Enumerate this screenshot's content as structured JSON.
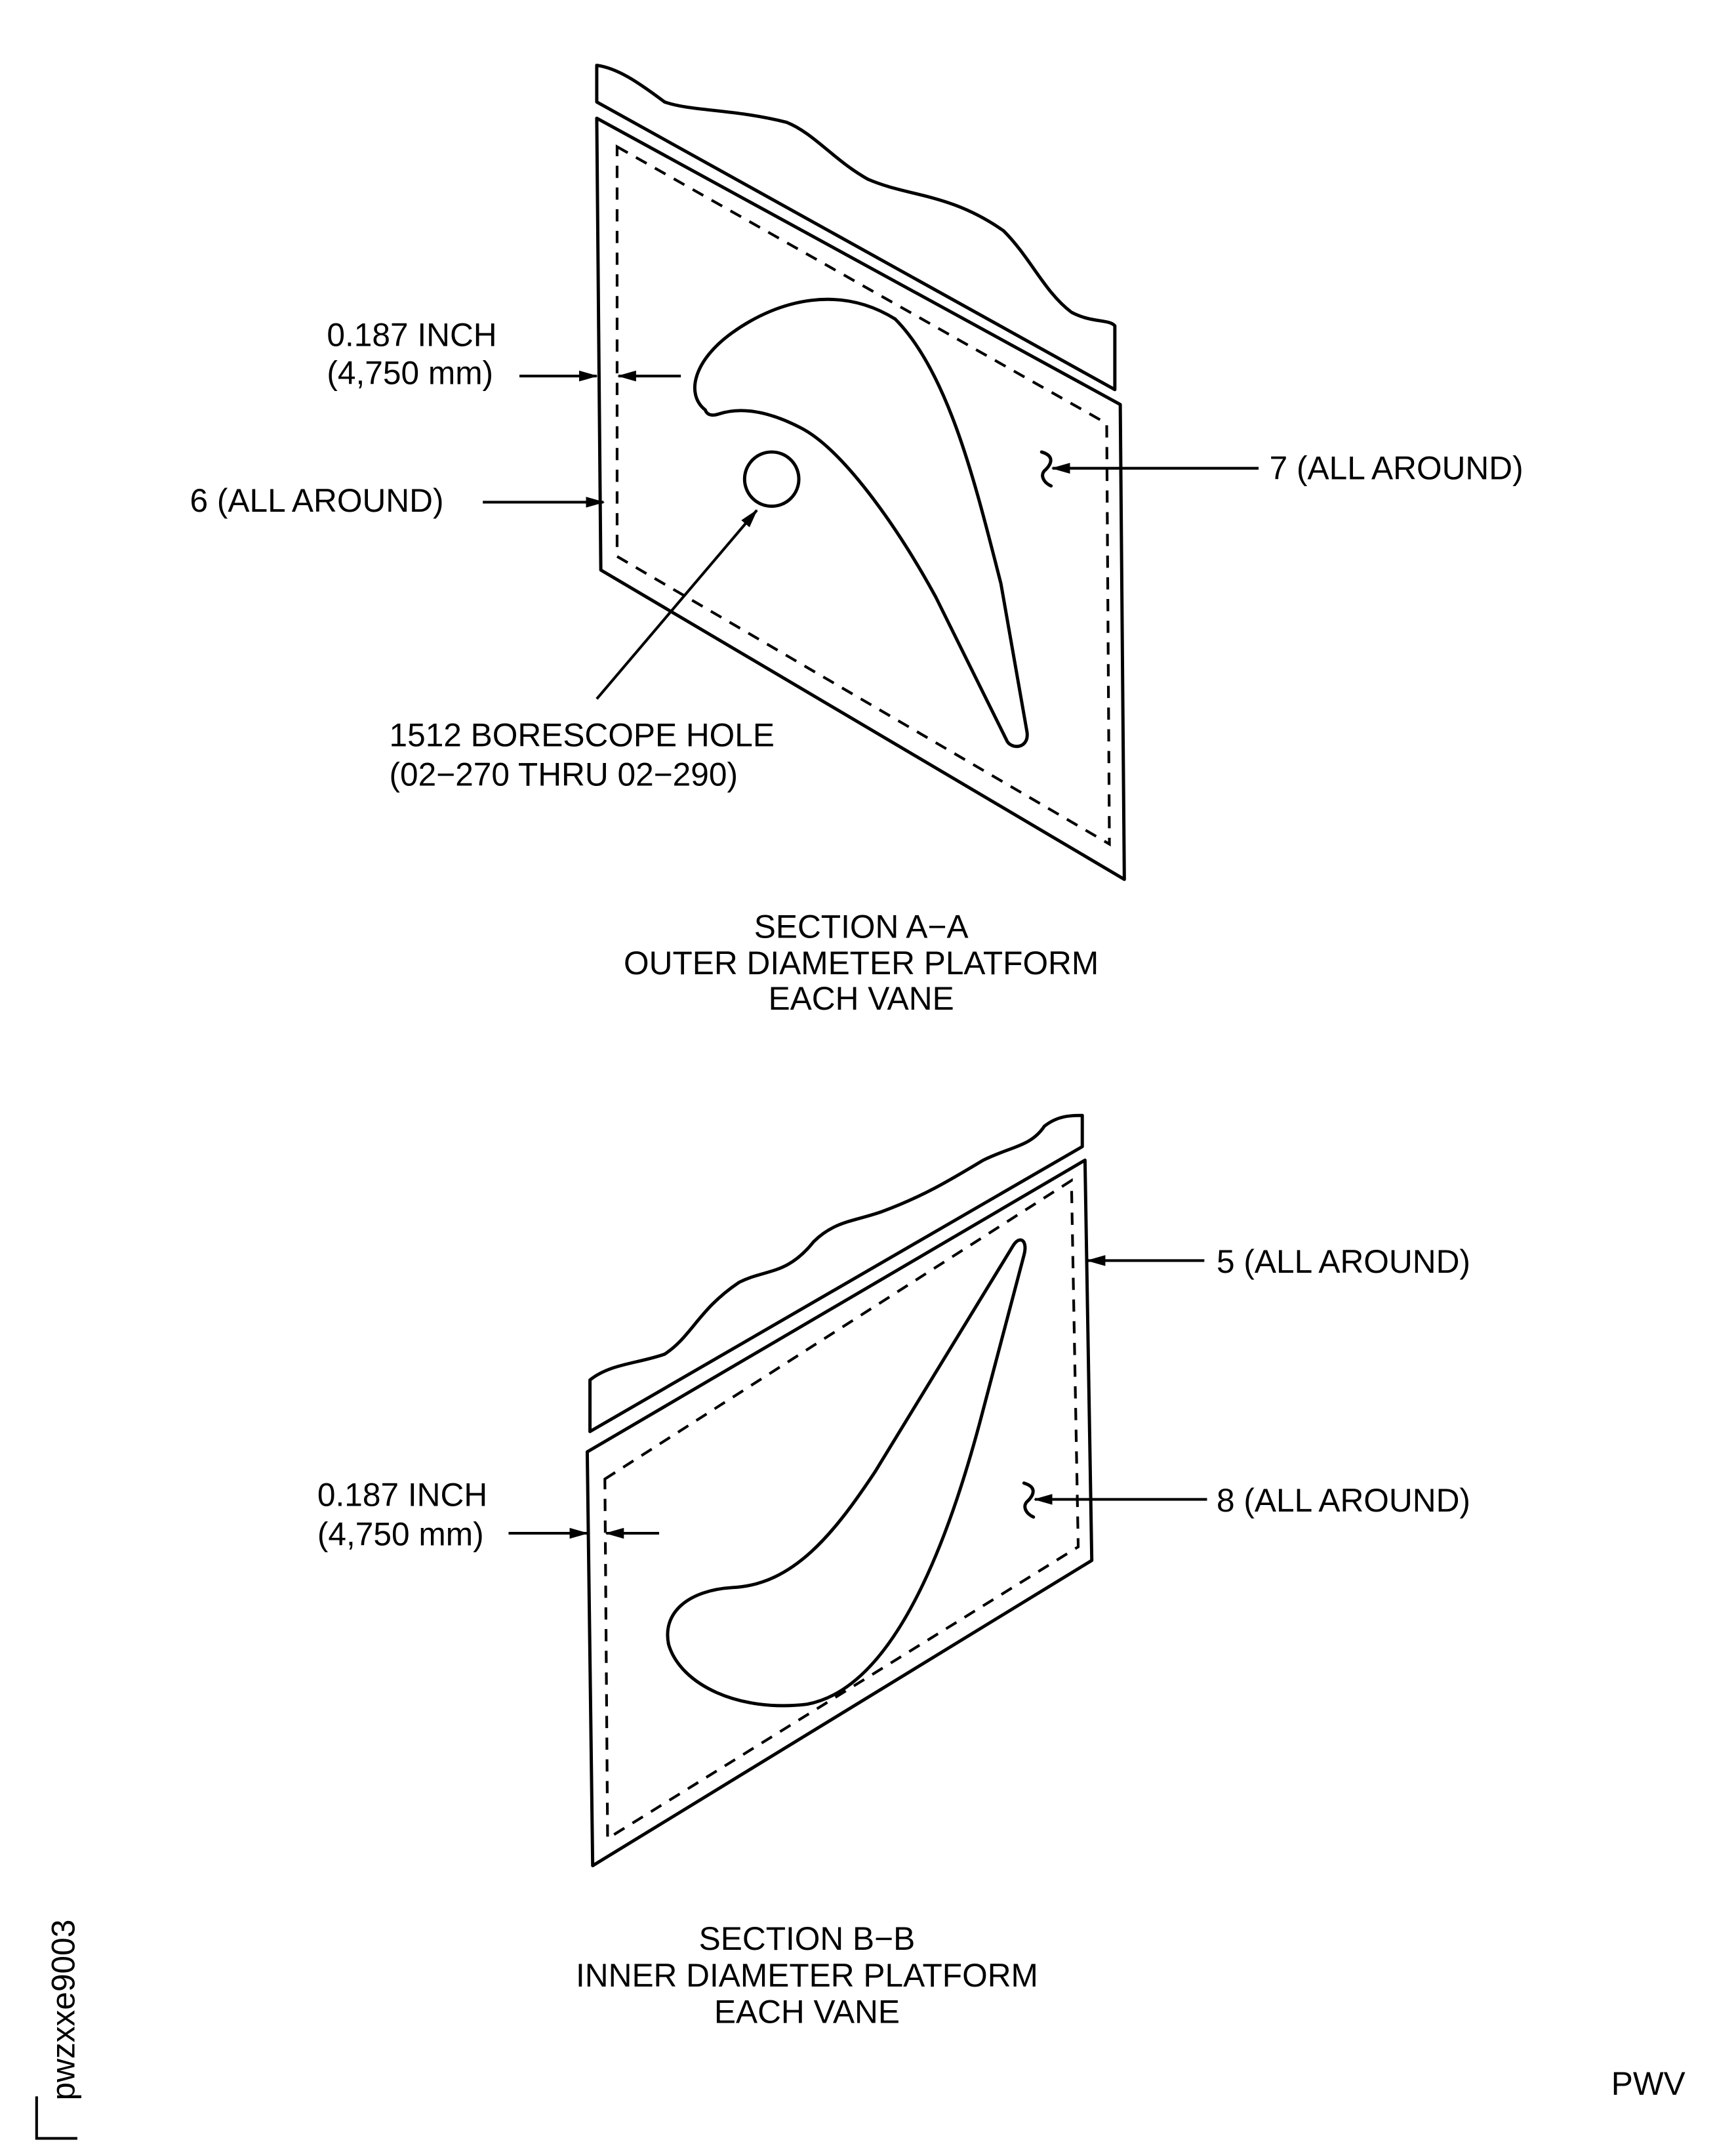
{
  "section_a": {
    "thickness_inch": "0.187 INCH",
    "thickness_mm": "(4,750 mm)",
    "callout_6": "6 (ALL AROUND)",
    "callout_7": "7 (ALL AROUND)",
    "borescope_line1": "1512 BORESCOPE HOLE",
    "borescope_line2": "(02−270 THRU 02−290)",
    "caption_1": "SECTION A−A",
    "caption_2": "OUTER DIAMETER PLATFORM",
    "caption_3": "EACH VANE"
  },
  "section_b": {
    "thickness_inch": "0.187 INCH",
    "thickness_mm": "(4,750 mm)",
    "callout_5": "5 (ALL AROUND)",
    "callout_8": "8 (ALL AROUND)",
    "caption_1": "SECTION B−B",
    "caption_2": "INNER DIAMETER PLATFORM",
    "caption_3": "EACH VANE"
  },
  "figure_id": "pwzxxe9003",
  "corner_code": "PWV"
}
